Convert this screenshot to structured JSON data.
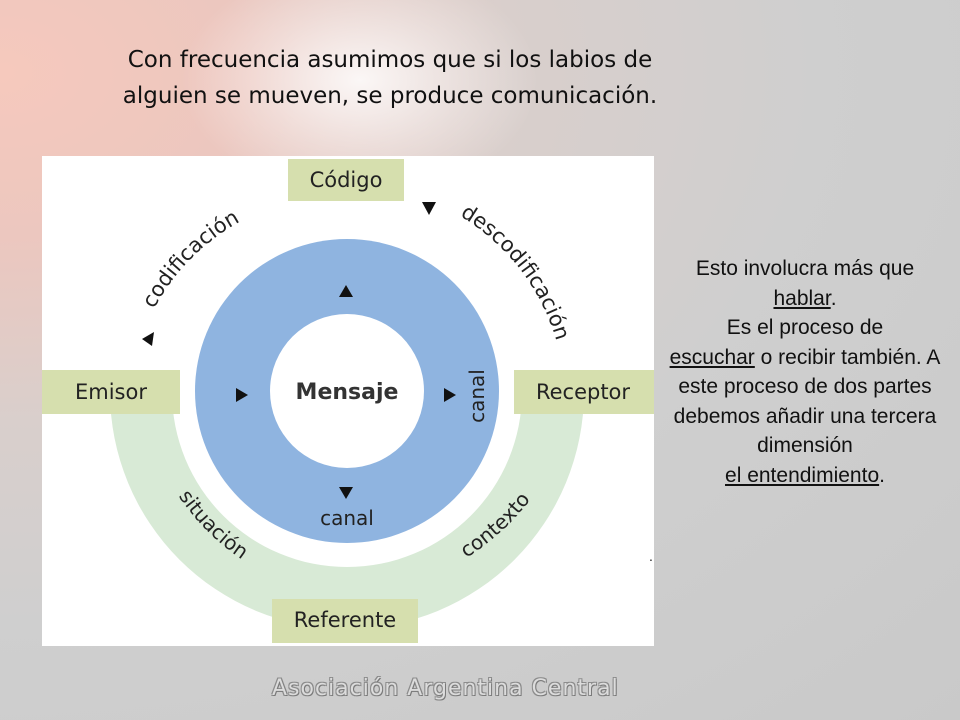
{
  "heading": {
    "line1": "Con frecuencia asumimos que si los labios de",
    "line2": "alguien se mueven, se produce comunicación."
  },
  "diagram": {
    "boxes": {
      "top": "Código",
      "left": "Emisor",
      "right": "Receptor",
      "bottom": "Referente"
    },
    "center": "Mensaje",
    "arc_left": "codificación",
    "arc_right": "descodificación",
    "lower_left": "situación",
    "lower_right": "contexto",
    "channel_bottom": "canal",
    "channel_right": "canal",
    "colors": {
      "box": "#d6dfae",
      "ring": "#8fb4e0",
      "lower_band": "#d8ead6",
      "center": "#ffffff"
    }
  },
  "side_text": {
    "p1_a": "Esto involucra más que",
    "p1_u": "hablar",
    "p1_end": ".",
    "p2_a": "Es el proceso de",
    "p2_u": "escuchar",
    "p2_b": " o recibir también. A este proceso de dos partes debemos añadir una tercera dimensión",
    "p3_u": "el entendimiento",
    "p3_end": "."
  },
  "stray_dot": ".",
  "footer": "Asociación Argentina Central"
}
